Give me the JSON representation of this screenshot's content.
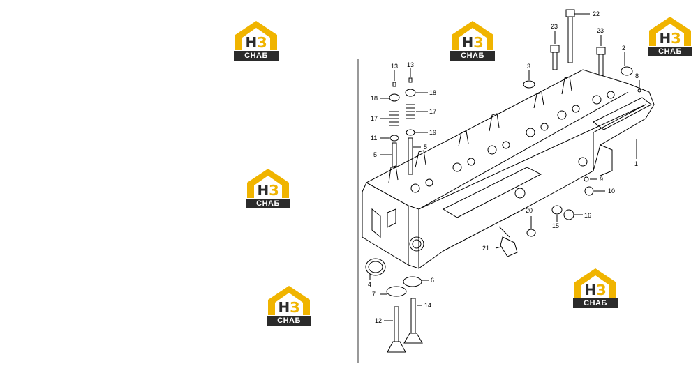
{
  "logo": {
    "mark_left": "Н",
    "mark_right": "З",
    "word": "СНАБ",
    "colors": {
      "roof": "#f0b400",
      "dark": "#2b2b2b",
      "light": "#ffffff"
    }
  },
  "callouts": {
    "c1": "1",
    "c2": "2",
    "c3": "3",
    "c4": "4",
    "c5a": "5",
    "c5b": "5",
    "c6": "6",
    "c7": "7",
    "c8": "8",
    "c9": "9",
    "c10": "10",
    "c11": "11",
    "c12": "12",
    "c13a": "13",
    "c13b": "13",
    "c14": "14",
    "c15": "15",
    "c16": "16",
    "c17a": "17",
    "c17b": "17",
    "c18a": "18",
    "c18b": "18",
    "c19": "19",
    "c20": "20",
    "c21": "21",
    "c22": "22",
    "c23a": "23",
    "c23b": "23"
  }
}
